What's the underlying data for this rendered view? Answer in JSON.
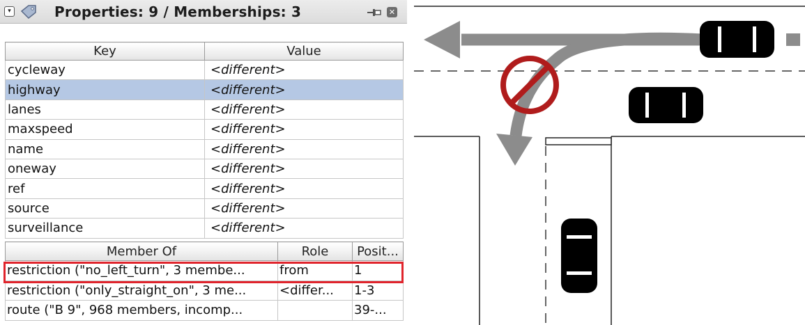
{
  "panel": {
    "title": "Properties: 9 / Memberships: 3",
    "icons": [
      "collapse-icon",
      "tag-icon",
      "pin-icon",
      "close-icon"
    ]
  },
  "properties": {
    "headers": {
      "key": "Key",
      "value": "Value"
    },
    "rows": [
      {
        "key": "cycleway",
        "value": "<different>"
      },
      {
        "key": "highway",
        "value": "<different>",
        "selected": true
      },
      {
        "key": "lanes",
        "value": "<different>"
      },
      {
        "key": "maxspeed",
        "value": "<different>"
      },
      {
        "key": "name",
        "value": "<different>"
      },
      {
        "key": "oneway",
        "value": "<different>"
      },
      {
        "key": "ref",
        "value": "<different>"
      },
      {
        "key": "source",
        "value": "<different>"
      },
      {
        "key": "surveillance",
        "value": "<different>"
      }
    ]
  },
  "memberships": {
    "headers": {
      "member_of": "Member Of",
      "role": "Role",
      "position": "Posit..."
    },
    "rows": [
      {
        "member_of": "restriction (\"no_left_turn\", 3 membe...",
        "role": "from",
        "position": "1",
        "highlighted": true
      },
      {
        "member_of": "restriction (\"only_straight_on\", 3 me...",
        "role": "<differ...",
        "position": "1-3"
      },
      {
        "member_of": "route (\"B 9\", 968 members, incomp...",
        "role": "",
        "position": "39-..."
      }
    ]
  },
  "colors": {
    "selection": "#b5c8e4",
    "highlight_border": "#e0242c",
    "arrow": "#8c8c8c",
    "no_sign": "#b01c1c"
  }
}
